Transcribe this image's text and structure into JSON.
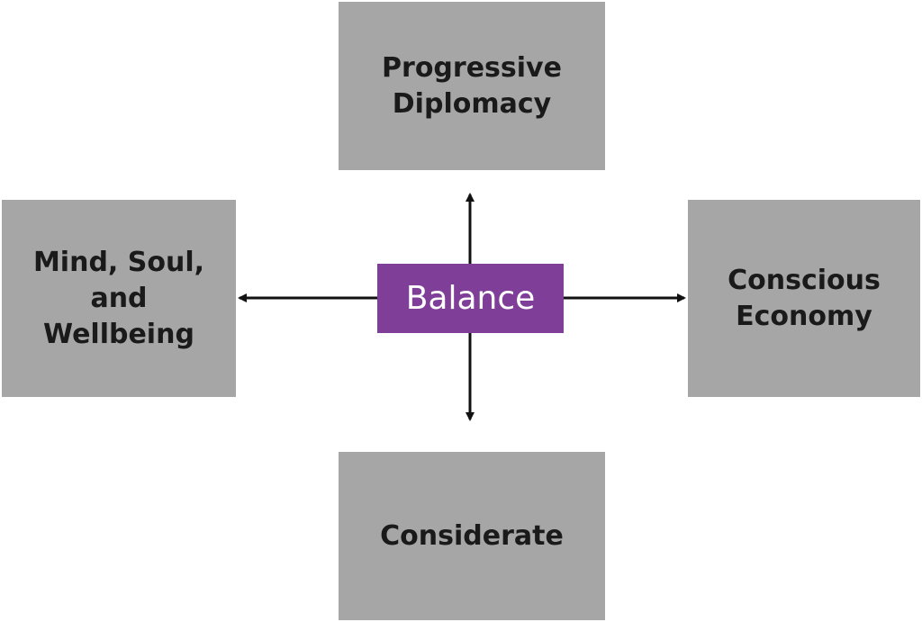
{
  "center": {
    "label": "Balance",
    "color": "#7f3f98"
  },
  "nodes": {
    "top": {
      "label": "Progressive\nDiplomacy"
    },
    "left": {
      "label": "Mind, Soul,\nand\nWellbeing"
    },
    "right": {
      "label": "Conscious\nEconomy"
    },
    "bottom": {
      "label": "Considerate"
    }
  },
  "colors": {
    "box": "#a6a6a6",
    "arrow": "#111111",
    "center_text": "#ffffff"
  }
}
